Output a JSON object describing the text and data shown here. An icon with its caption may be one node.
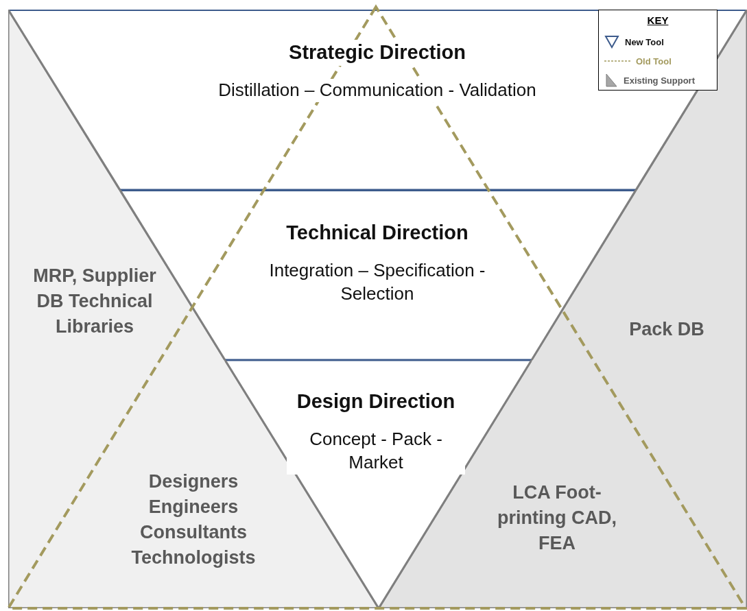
{
  "diagram": {
    "nodes": [
      {
        "text": [
          "Strategic Direction",
          "Distillation – Communication - Validation"
        ]
      },
      {
        "text": [
          "Technical Direction",
          "Integration – Specification - Selection"
        ]
      },
      {
        "text": [
          "Design Direction",
          "Concept - Pack - Market"
        ]
      },
      {
        "text": [
          "MRP, Supplier DB Technical Libraries",
          "Designers Engineers Consultants Technologists"
        ]
      },
      {
        "text": [
          "Pack DB",
          "LCA Foot-printing CAD, FEA"
        ]
      }
    ],
    "edges": [],
    "labels": [
      "KEY"
    ],
    "legend": [
      {
        "text": "New Tool"
      },
      {
        "text": "Old Tool"
      },
      {
        "text": "Existing Support"
      }
    ]
  }
}
